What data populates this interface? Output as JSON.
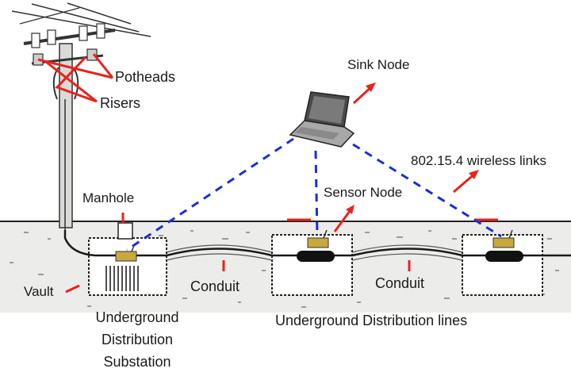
{
  "labels": {
    "potheads": "Potheads",
    "risers": "Risers",
    "sink_node": "Sink Node",
    "wireless_links": "802.15.4 wireless links",
    "sensor_node": "Sensor Node",
    "manhole": "Manhole",
    "vault": "Vault",
    "conduit_left": "Conduit",
    "conduit_right": "Conduit",
    "substation_line1": "Underground",
    "substation_line2": "Distribution",
    "substation_line3": "Substation",
    "distribution_lines": "Underground Distribution lines"
  },
  "colors": {
    "pointer": "#e8231d",
    "wireless_link": "#1a2fd6",
    "ground": "#ececea",
    "structure": "#222222",
    "cable": "#1a1a1a"
  }
}
